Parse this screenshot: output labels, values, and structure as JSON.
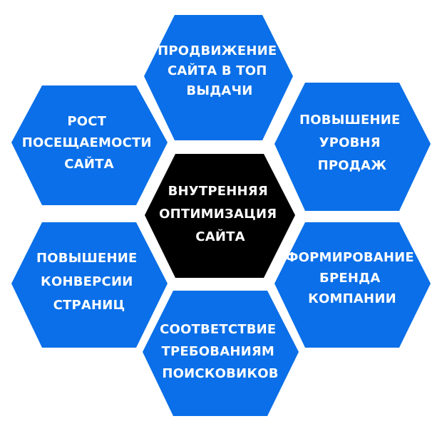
{
  "colors": {
    "outer": "#0a6fe8",
    "center": "#000000",
    "text": "#ffffff"
  },
  "hexes": [
    {
      "id": "top",
      "lines": [
        "ПРОДВИЖЕНИЕ",
        "САЙТА В ТОП",
        "ВЫДАЧИ"
      ]
    },
    {
      "id": "top-right",
      "lines": [
        "ПОВЫШЕНИЕ",
        "УРОВНЯ",
        "ПРОДАЖ"
      ]
    },
    {
      "id": "bottom-right",
      "lines": [
        "ФОРМИРОВАНИЕ",
        "БРЕНДА",
        "КОМПАНИИ"
      ]
    },
    {
      "id": "bottom",
      "lines": [
        "СООТВЕТСТВИЕ",
        "ТРЕБОВАНИЯМ",
        "ПОИСКОВИКОВ"
      ]
    },
    {
      "id": "bottom-left",
      "lines": [
        "ПОВЫШЕНИЕ",
        "КОНВЕРСИИ",
        "СТРАНИЦ"
      ]
    },
    {
      "id": "top-left",
      "lines": [
        "РОСТ",
        "ПОСЕЩАЕМОСТИ",
        "САЙТА"
      ]
    },
    {
      "id": "center",
      "lines": [
        "ВНУТРЕННЯЯ",
        "ОПТИМИЗАЦИЯ",
        "САЙТА"
      ]
    }
  ]
}
